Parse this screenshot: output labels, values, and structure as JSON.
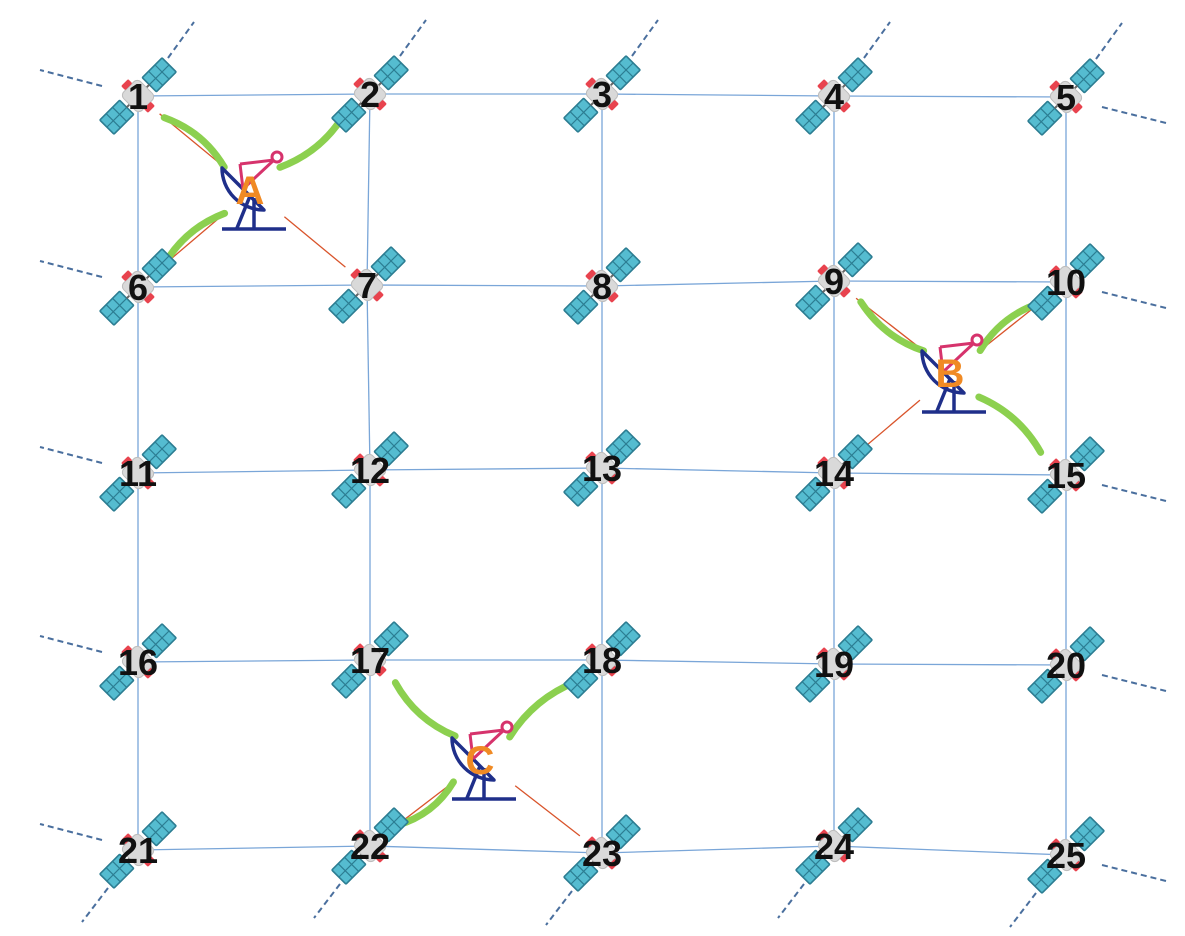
{
  "colors": {
    "grid_link": "#7aa6d8",
    "ground_link": "#d9542b",
    "active_link": "#8cd04f",
    "orbit_dash": "#4a6f9e",
    "panel": "#55bcd0",
    "panel_edge": "#2c7d92",
    "body": "#d9d9d9",
    "tip": "#e8434e",
    "dish": "#1f2f8a",
    "feed": "#d6336c",
    "station_label": "#f08a24"
  },
  "satellites": [
    {
      "id": "1"
    },
    {
      "id": "2"
    },
    {
      "id": "3"
    },
    {
      "id": "4"
    },
    {
      "id": "5"
    },
    {
      "id": "6"
    },
    {
      "id": "7"
    },
    {
      "id": "8"
    },
    {
      "id": "9"
    },
    {
      "id": "10"
    },
    {
      "id": "11"
    },
    {
      "id": "12"
    },
    {
      "id": "13"
    },
    {
      "id": "14"
    },
    {
      "id": "15"
    },
    {
      "id": "16"
    },
    {
      "id": "17"
    },
    {
      "id": "18"
    },
    {
      "id": "19"
    },
    {
      "id": "20"
    },
    {
      "id": "21"
    },
    {
      "id": "22"
    },
    {
      "id": "23"
    },
    {
      "id": "24"
    },
    {
      "id": "25"
    }
  ],
  "ground_stations": [
    {
      "id": "A",
      "active_links": [
        "1",
        "2",
        "6"
      ],
      "ground_links": [
        "1",
        "6",
        "7"
      ]
    },
    {
      "id": "B",
      "active_links": [
        "9",
        "10",
        "15"
      ],
      "ground_links": [
        "9",
        "10",
        "14"
      ]
    },
    {
      "id": "C",
      "active_links": [
        "17",
        "18",
        "22"
      ],
      "ground_links": [
        "22",
        "23"
      ]
    }
  ],
  "icons": {
    "satellite": "satellite-icon",
    "ground_station": "satellite-dish-icon"
  }
}
